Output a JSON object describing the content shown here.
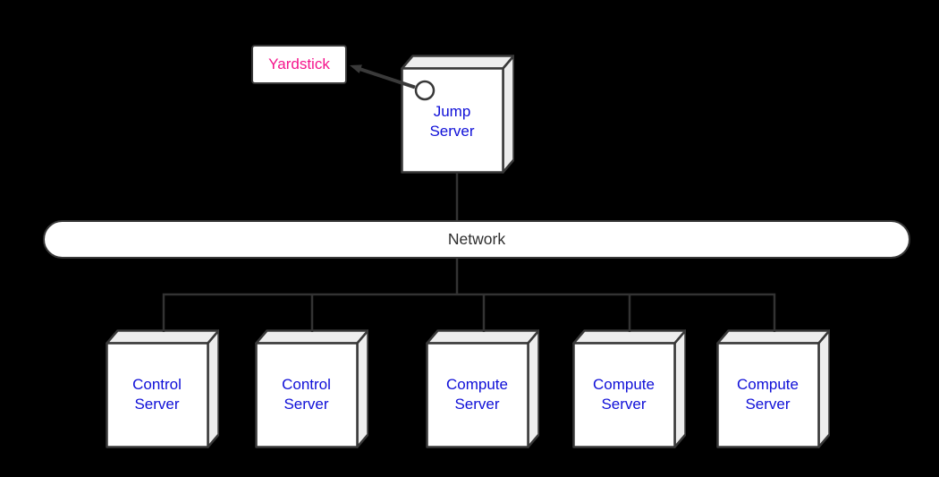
{
  "colors": {
    "background": "#000000",
    "box_border": "#383838",
    "connector_line": "#333333",
    "box_face": "#FFFFFF",
    "box_shade": "#EDEDED",
    "server_label_blue": "#0F0FD8",
    "yardstick_pink": "#F5148C",
    "network_text": "#2E2E2E"
  },
  "nodes": {
    "yardstick": {
      "label": "Yardstick"
    },
    "jump_server": {
      "label": "Jump\nServer"
    },
    "network": {
      "label": "Network"
    },
    "servers": [
      {
        "label": "Control\nServer"
      },
      {
        "label": "Control\nServer"
      },
      {
        "label": "Compute\nServer"
      },
      {
        "label": "Compute\nServer"
      },
      {
        "label": "Compute\nServer"
      }
    ]
  },
  "icons": {
    "port_circle": "connection-port",
    "arrow": "arrow-left"
  }
}
